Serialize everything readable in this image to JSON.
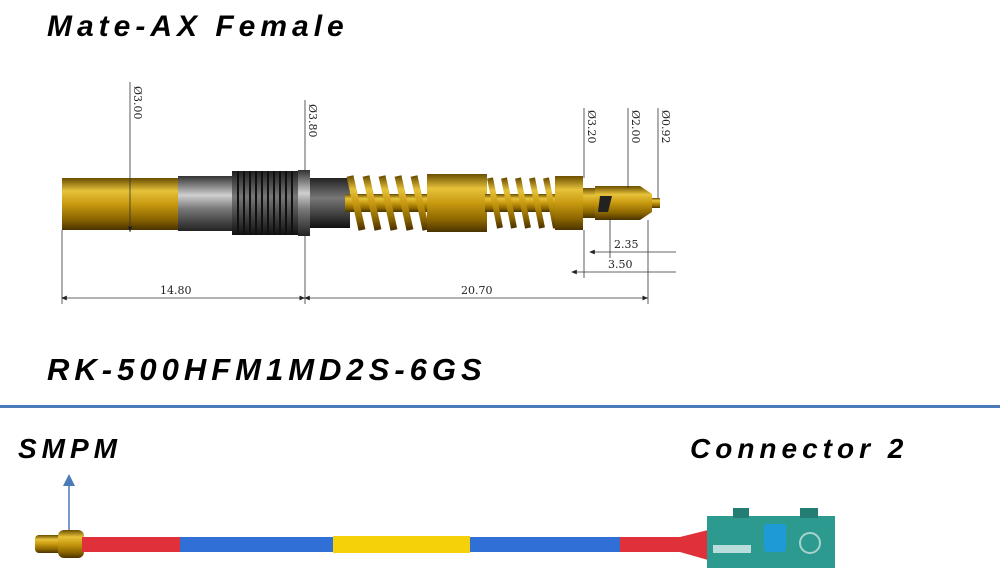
{
  "title": "Mate-AX Female",
  "part_number": "RK-500HFM1MD2S-6GS",
  "drawing": {
    "diameters": [
      "Ø3.00",
      "Ø3.80",
      "Ø3.20",
      "Ø2.00",
      "Ø0.92"
    ],
    "lengths": [
      "14.80",
      "20.70",
      "2.35",
      "3.50"
    ]
  },
  "cable": {
    "left_label": "SMPM",
    "right_label": "Connector 2"
  },
  "colors": {
    "divider": "#4a7ab8",
    "gold": "#c9a21a",
    "cable_red": "#e0303a",
    "cable_blue": "#2f6fd6",
    "cable_yellow": "#f5d10a",
    "connector_teal": "#2c9a8e"
  }
}
